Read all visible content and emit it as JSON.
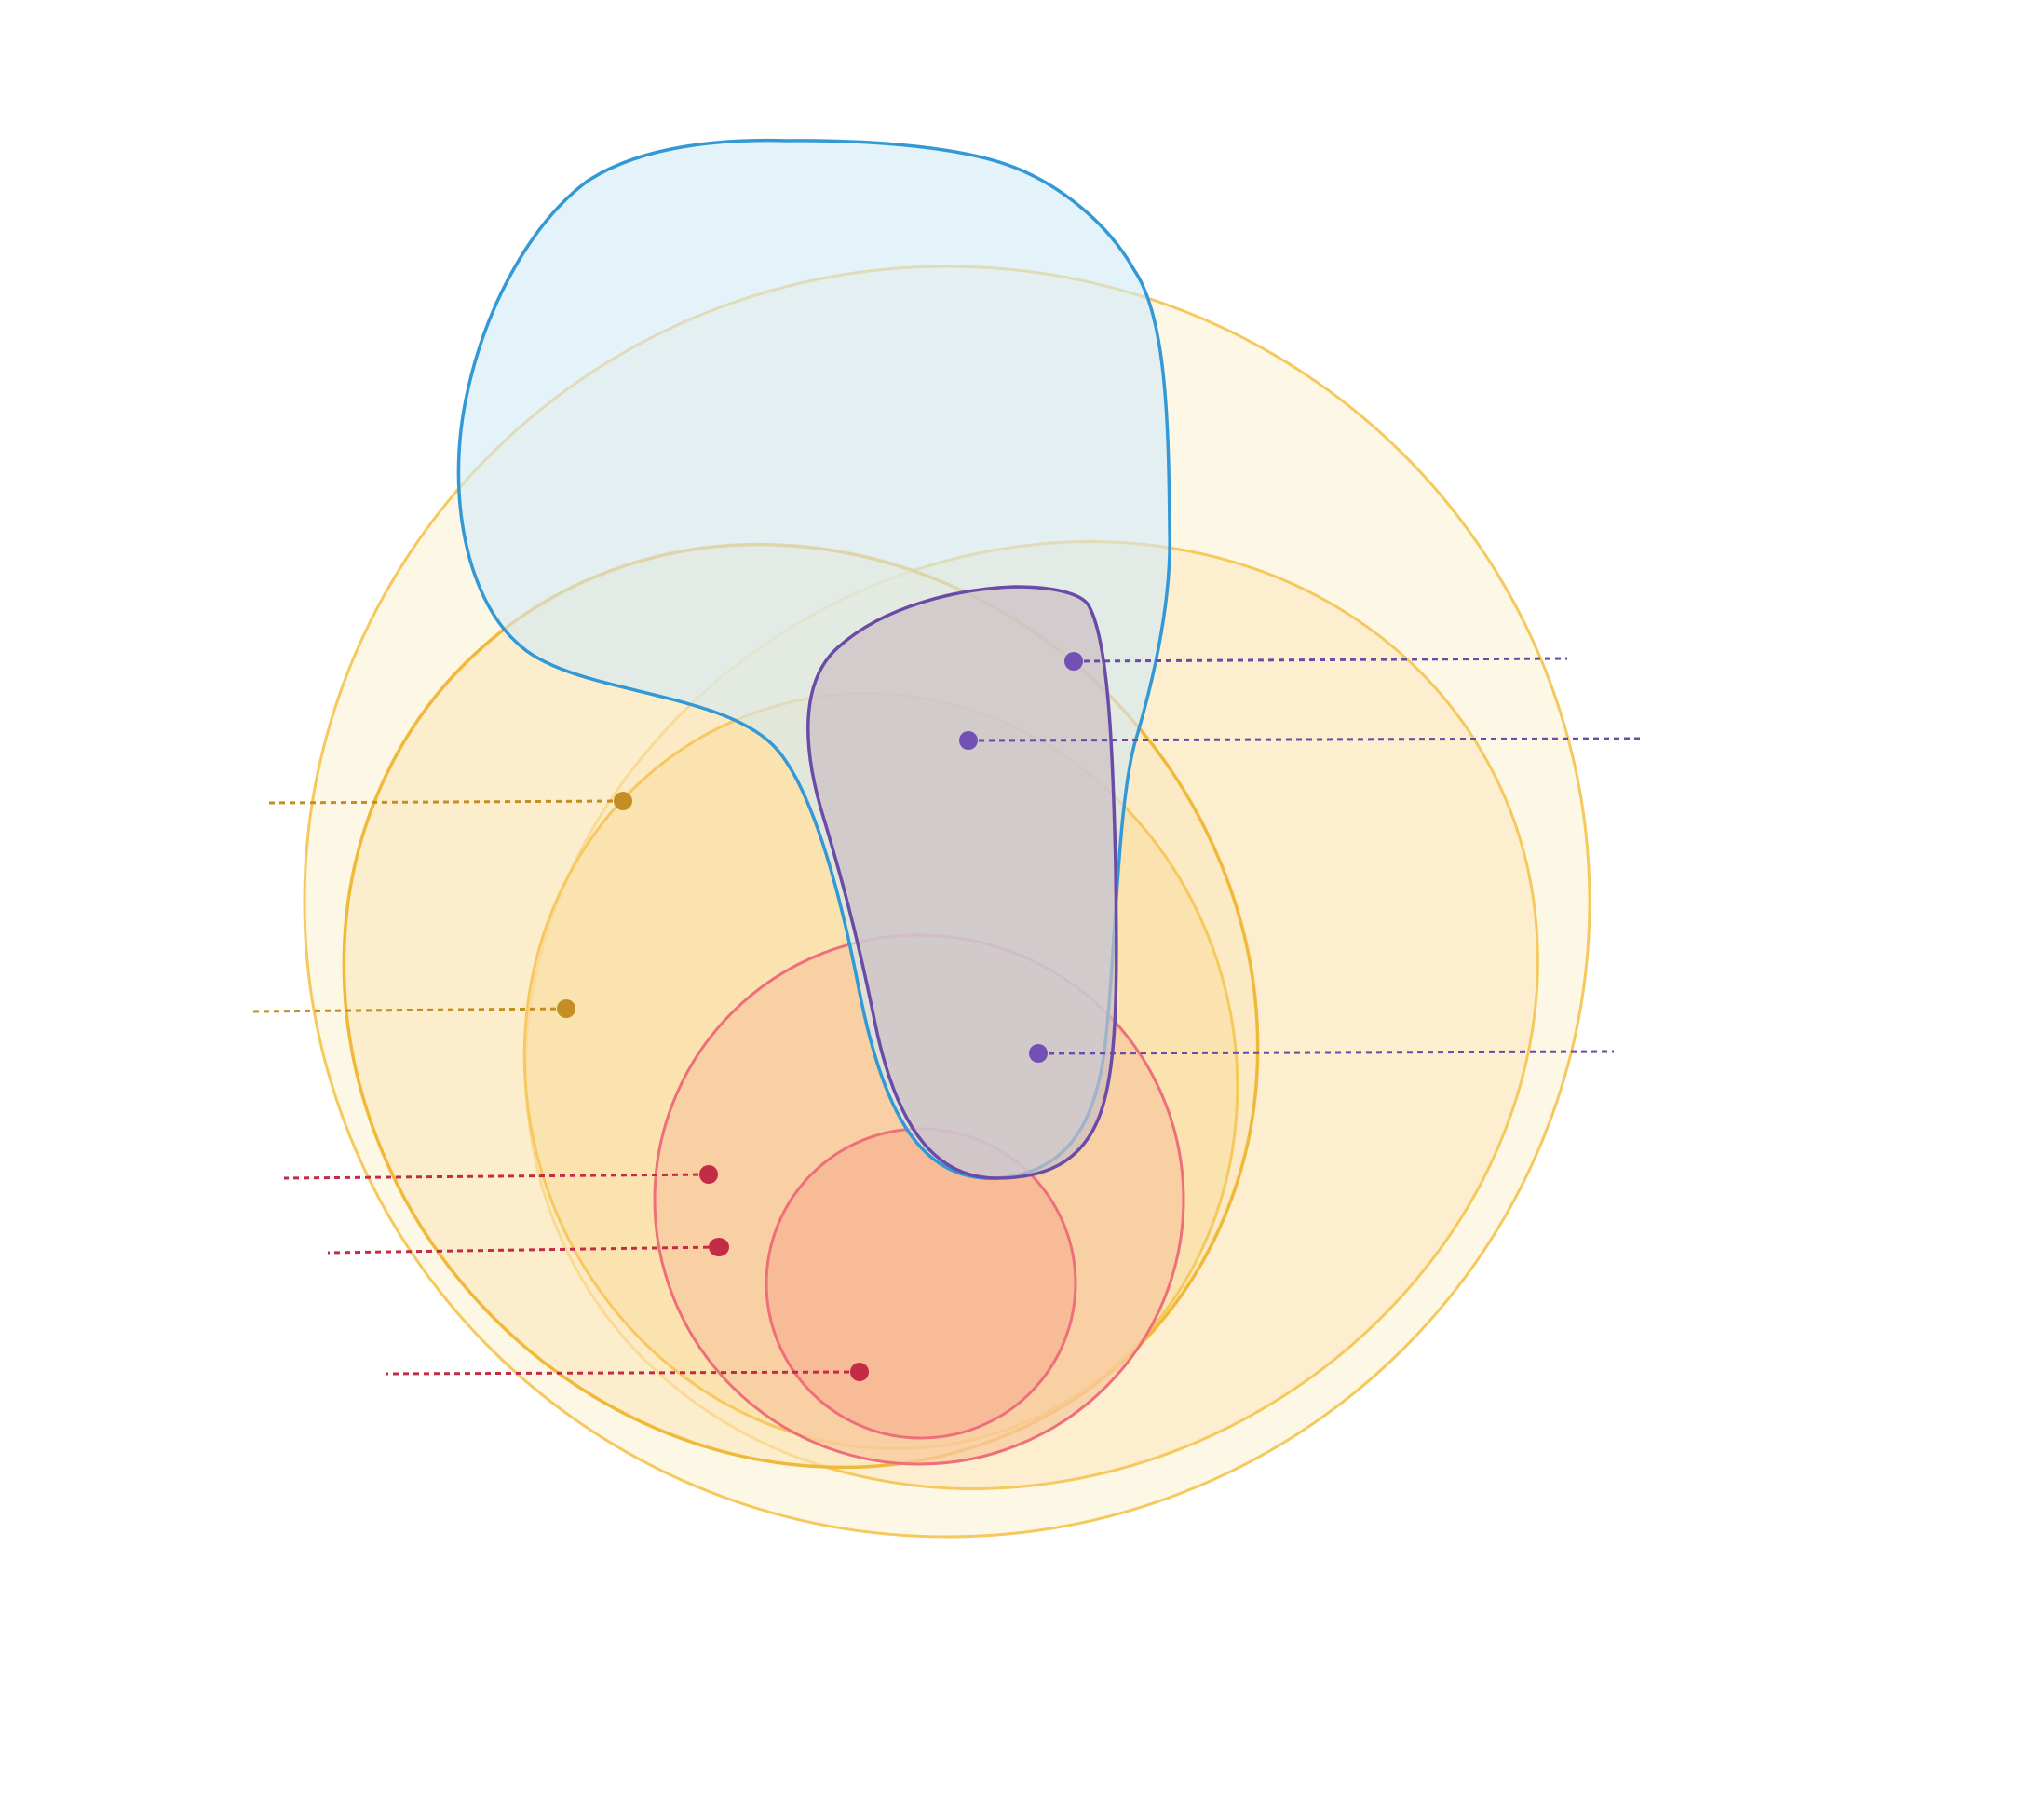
{
  "diagram": {
    "colors": {
      "gold_stroke": "#F6C95E",
      "gold_stroke_strong": "#F0B93A",
      "gold_fill": "#FCF3DA",
      "gold_fill_mid": "#FBE8BD",
      "gold_fill_deep": "#F9DDA0",
      "coral_stroke": "#EE6E7A",
      "coral_fill": "#F8C9A0",
      "coral_fill_deep": "#F6B593",
      "blue_stroke": "#3399D6",
      "blue_fill": "#D2EAF7",
      "purple_stroke": "#6A4BA8",
      "purple_fill": "#CBBFC4",
      "purple_marker": "#7350B4",
      "gold_marker": "#C48E24",
      "red_marker": "#C42B47"
    },
    "regions": [
      {
        "name": "outer-circle",
        "color_group": "gold"
      },
      {
        "name": "right-ellipse",
        "color_group": "gold"
      },
      {
        "name": "left-ellipse",
        "color_group": "gold"
      },
      {
        "name": "inner-ellipse",
        "color_group": "gold"
      },
      {
        "name": "large-coral-circle",
        "color_group": "coral"
      },
      {
        "name": "small-coral-circle",
        "color_group": "coral"
      },
      {
        "name": "blue-blob",
        "color_group": "blue"
      },
      {
        "name": "purple-blob",
        "color_group": "purple"
      }
    ],
    "callouts": {
      "purple": 3,
      "gold": 2,
      "red": 3
    }
  }
}
